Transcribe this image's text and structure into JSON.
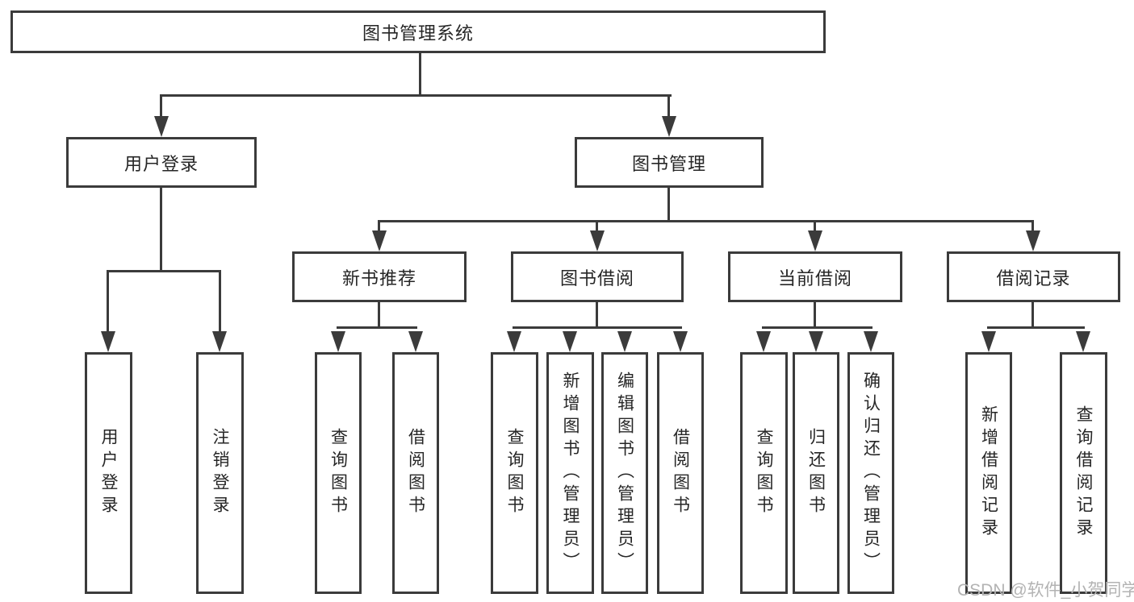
{
  "tree": {
    "root": "图书管理系统",
    "branches": [
      {
        "label": "用户登录",
        "children": [
          "用户登录",
          "注销登录"
        ]
      },
      {
        "label": "图书管理",
        "groups": [
          {
            "label": "新书推荐",
            "children": [
              "查询图书",
              "借阅图书"
            ]
          },
          {
            "label": "图书借阅",
            "children": [
              "查询图书",
              "新增图书（管理员）",
              "编辑图书（管理员）",
              "借阅图书"
            ]
          },
          {
            "label": "当前借阅",
            "children": [
              "查询图书",
              "归还图书",
              "确认归还（管理员）"
            ]
          },
          {
            "label": "借阅记录",
            "children": [
              "新增借阅记录",
              "查询借阅记录"
            ]
          }
        ]
      }
    ]
  },
  "watermark": "CSDN @软件_小贺同学",
  "colors": {
    "line": "#3b3b3b",
    "text": "#262626",
    "watermark": "#b3b3b3",
    "background": "#ffffff"
  }
}
